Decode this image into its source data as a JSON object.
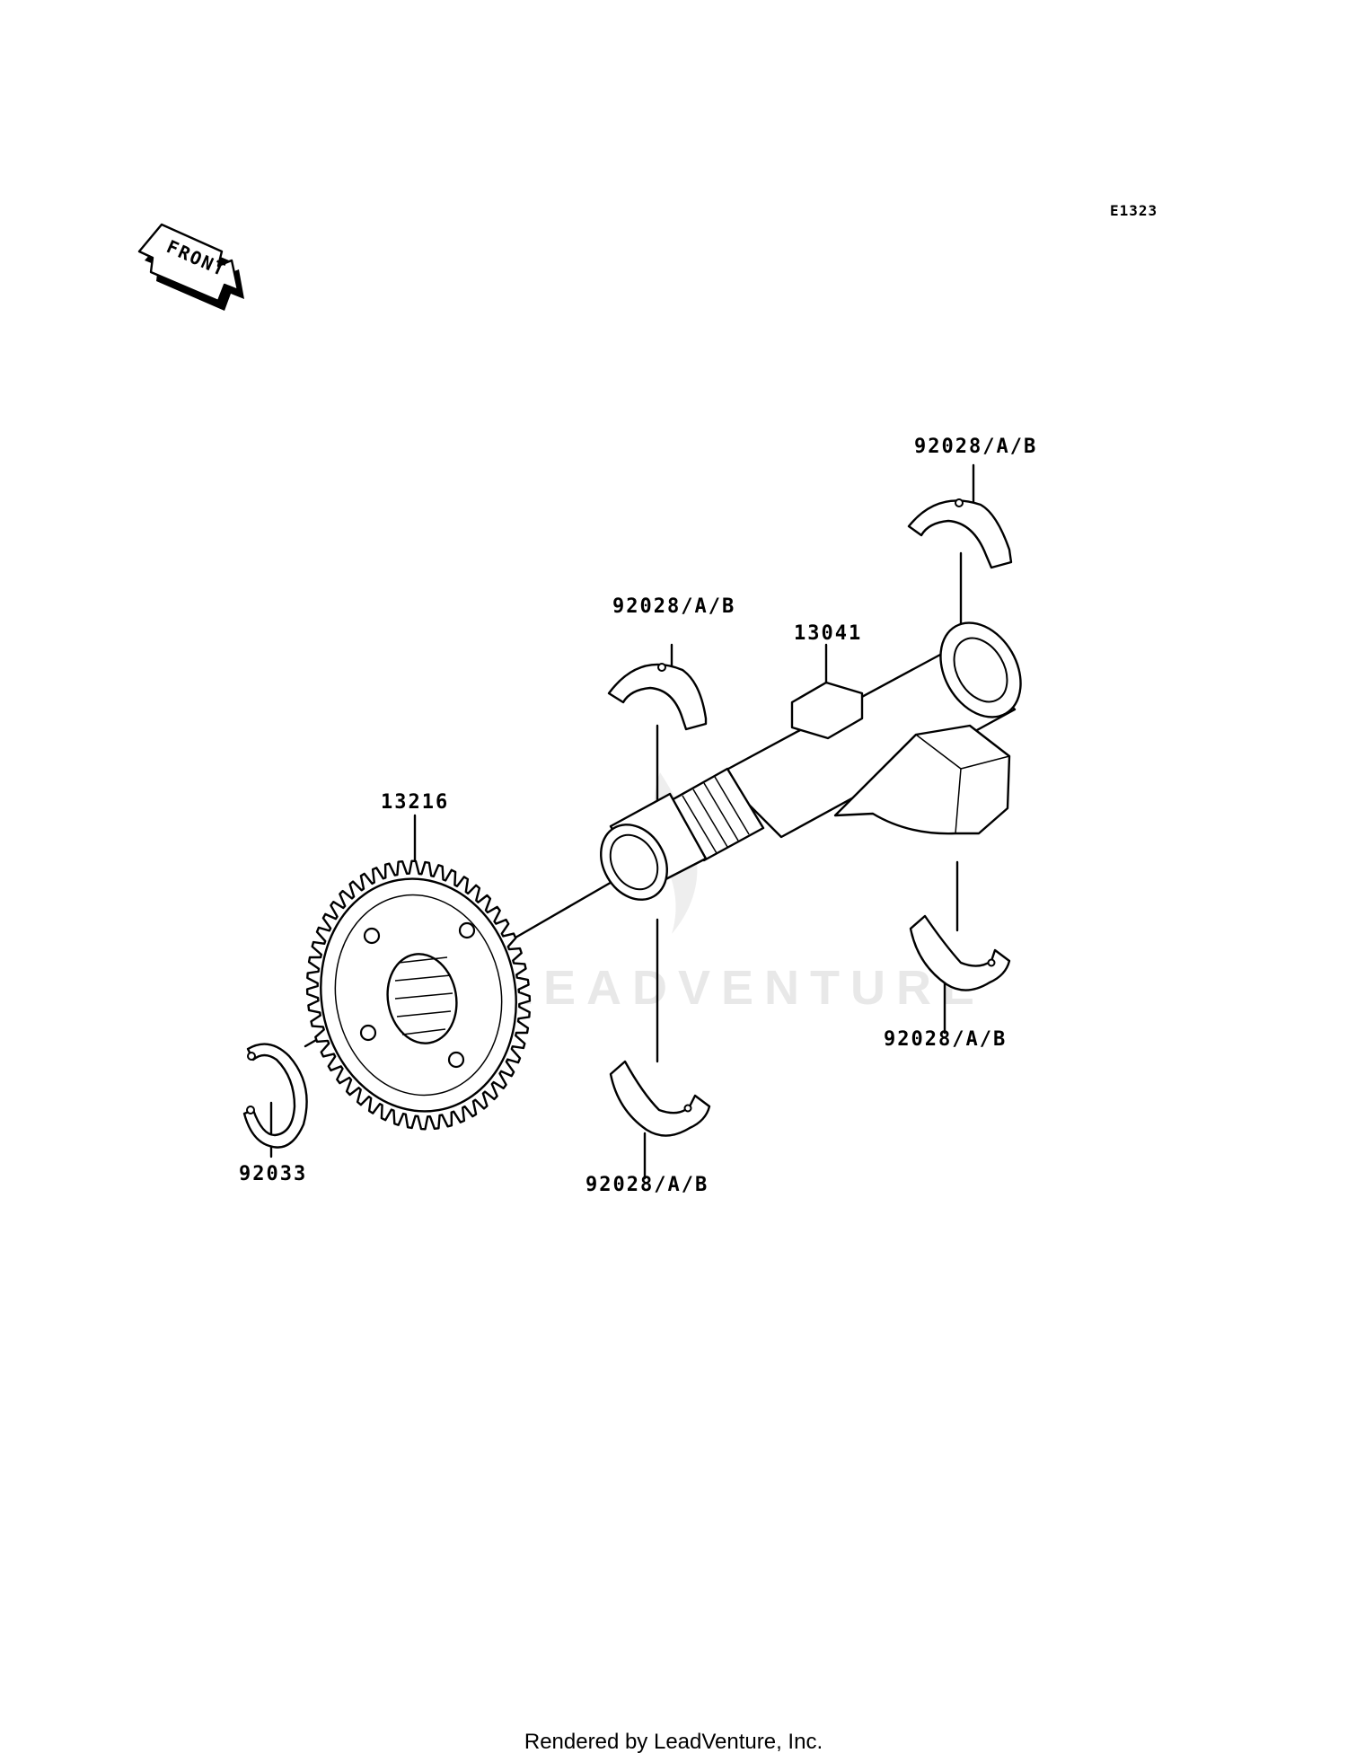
{
  "diagram_code": "E1323",
  "front_label": "FRONT",
  "watermark": "LEADVENTURE",
  "footer": "Rendered by LeadVenture, Inc.",
  "parts": {
    "balancer_shaft": "13041",
    "gear": "13216",
    "circlip": "92033",
    "bearing_top_right": "92028/A/B",
    "bearing_top_mid": "92028/A/B",
    "bearing_bottom_right": "92028/A/B",
    "bearing_bottom_mid": "92028/A/B"
  }
}
